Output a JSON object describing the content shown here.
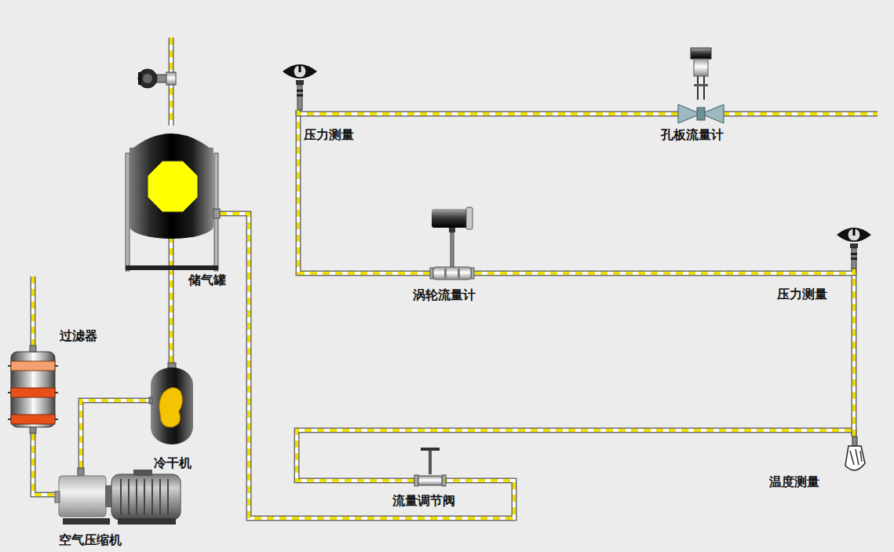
{
  "diagram": {
    "nodes": [
      {
        "text": [
          "储气罐"
        ]
      },
      {
        "text": [
          "压力测量"
        ]
      },
      {
        "text": [
          "孔板流量计"
        ]
      },
      {
        "text": [
          "涡轮流量计"
        ]
      },
      {
        "text": [
          "压力测量"
        ]
      },
      {
        "text": [
          "过滤器"
        ]
      },
      {
        "text": [
          "冷干机"
        ]
      },
      {
        "text": [
          "温度测量"
        ]
      },
      {
        "text": [
          "流量调节阀"
        ]
      },
      {
        "text": [
          "空气压缩机"
        ]
      }
    ],
    "edges": [
      {
        "from": 5,
        "to": 9,
        "arrow": "none"
      },
      {
        "from": 9,
        "to": 6,
        "arrow": "none"
      },
      {
        "from": 6,
        "to": 0,
        "arrow": "none"
      },
      {
        "from": 0,
        "to": 8,
        "arrow": "none"
      },
      {
        "from": 8,
        "to": 7,
        "arrow": "none"
      },
      {
        "from": 7,
        "to": 4,
        "arrow": "none"
      },
      {
        "from": 4,
        "to": 3,
        "arrow": "none"
      },
      {
        "from": 3,
        "to": 1,
        "arrow": "none"
      },
      {
        "from": 1,
        "to": 2,
        "arrow": "none"
      }
    ]
  }
}
